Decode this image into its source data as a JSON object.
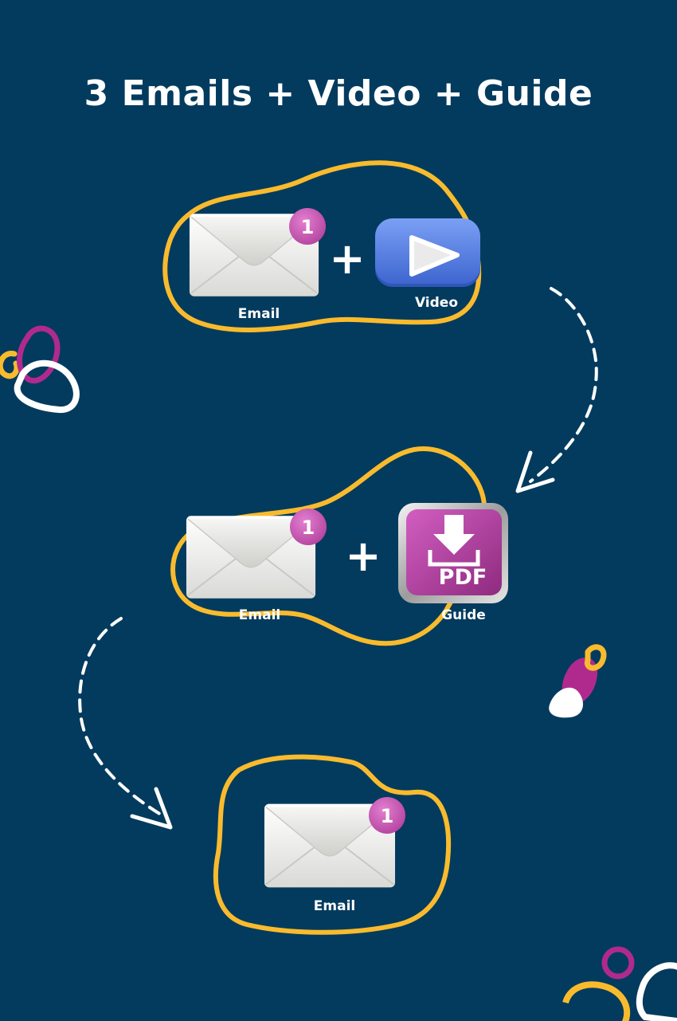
{
  "title": "3 Emails + Video + Guide",
  "steps": [
    {
      "items": [
        {
          "label": "Email",
          "icon": "envelope-icon",
          "badge": "1"
        },
        {
          "label": "Video",
          "icon": "play-button-icon"
        }
      ],
      "connector": "+"
    },
    {
      "items": [
        {
          "label": "Email",
          "icon": "envelope-icon",
          "badge": "1"
        },
        {
          "label": "Guide",
          "icon": "pdf-download-icon",
          "icon_text": "PDF"
        }
      ],
      "connector": "+"
    },
    {
      "items": [
        {
          "label": "Email",
          "icon": "envelope-icon",
          "badge": "1"
        }
      ]
    }
  ],
  "colors": {
    "background": "#033b5e",
    "outline": "#f9bb2d",
    "badge": "#c659b4",
    "video": "#5b82e6",
    "pdf": "#b8409f",
    "accent_magenta": "#b02a8e",
    "arrow": "#ffffff"
  }
}
